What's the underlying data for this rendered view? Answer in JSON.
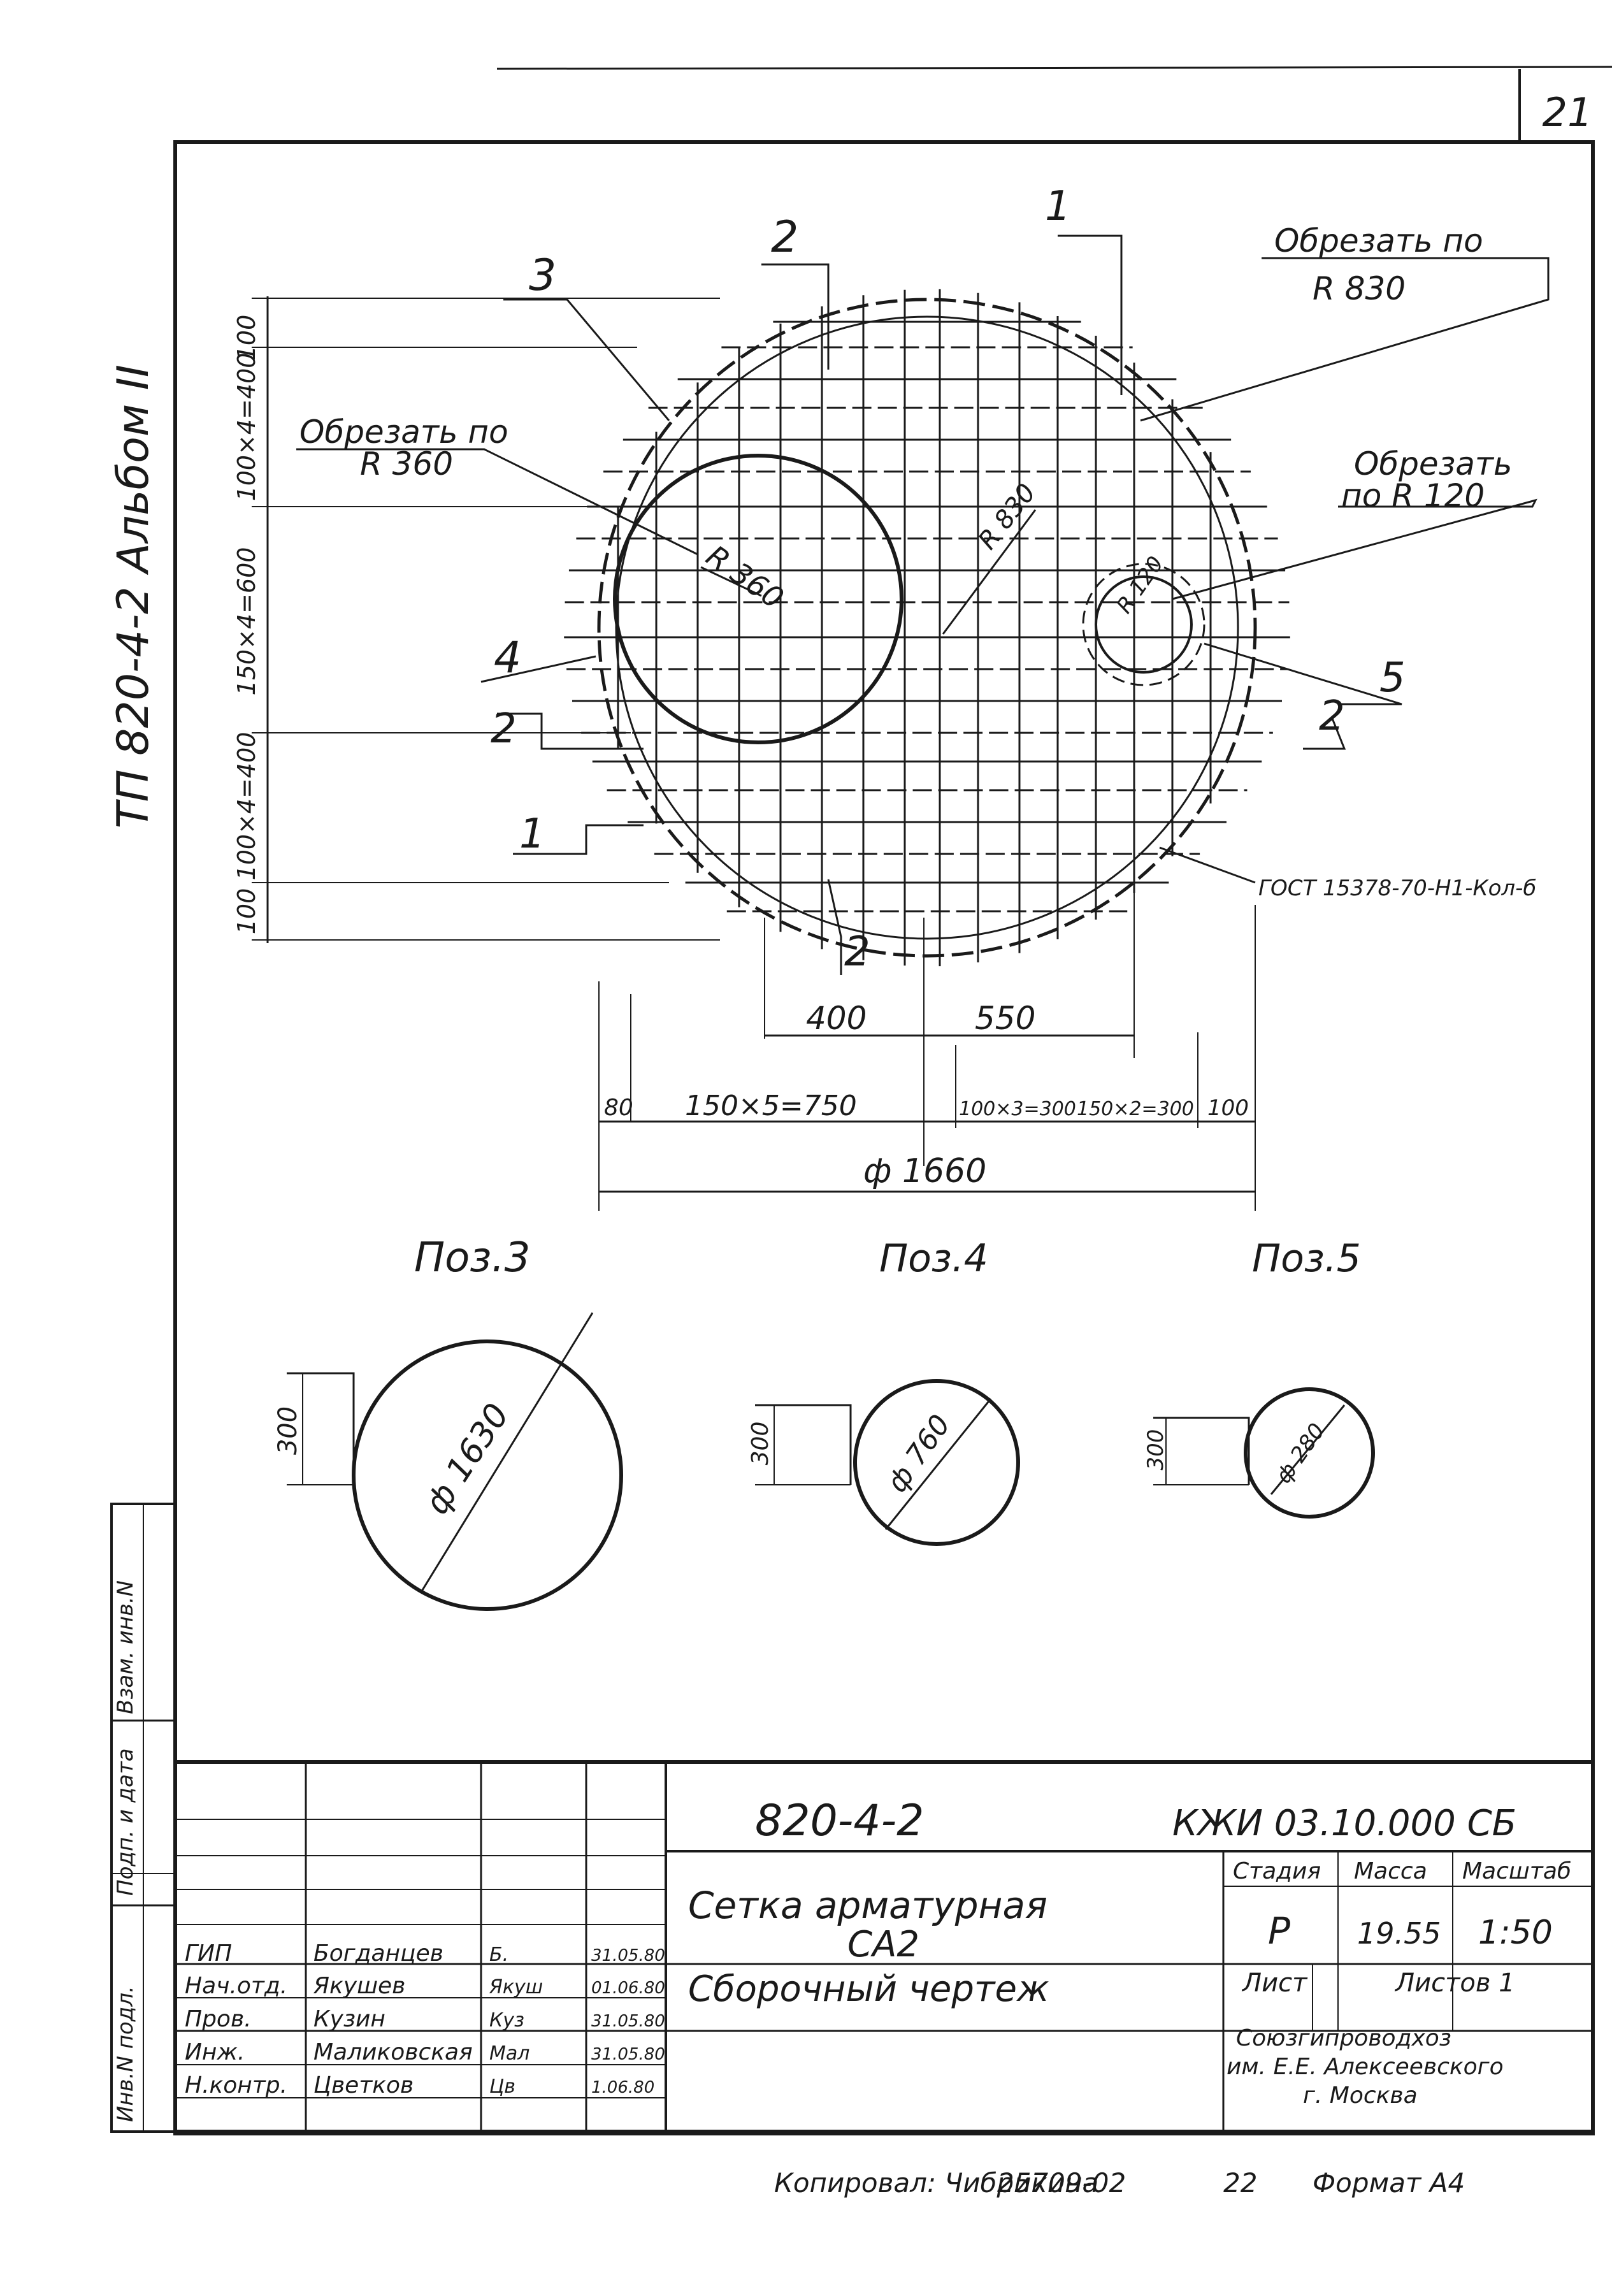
{
  "sheet": {
    "page_number": "21",
    "side_caption": "ТП 820-4-2   Альбом II",
    "copied_by": "Копировал: Чибрикина",
    "order_number": "25709-02",
    "sheet_index": "22",
    "format": "Формат А4"
  },
  "plan": {
    "labels": {
      "pos1_top": "1",
      "pos2_top": "2",
      "pos3_top": "3",
      "pos4_left": "4",
      "pos2_left": "2",
      "pos1_left": "1",
      "pos2_bottom": "2",
      "pos5_right": "5",
      "pos2_right": "2"
    },
    "notes": {
      "cut_r830_a": "Обрезать по",
      "cut_r830_b": "R 830",
      "cut_r360_a": "Обрезать по",
      "cut_r360_b": "R 360",
      "cut_r120_a": "Обрезать",
      "cut_r120_b": "по R 120",
      "gost": "ГОСТ 15378-70-Н1-Кол-б"
    },
    "radius_labels": {
      "r360": "R 360",
      "r830": "R 830",
      "r120": "R 120"
    },
    "dimensions": {
      "top_100": "100",
      "left_upper": "100×4=400",
      "left_middle": "150×4=600",
      "left_lower": "100×4=400",
      "left_bottom": "100",
      "horiz_400": "400",
      "horiz_550": "550",
      "bottom_80": "80",
      "bottom_150x5": "150×5=750",
      "bottom_100x3": "100×3=300",
      "bottom_150x2": "150×2=300",
      "bottom_100": "100",
      "diameter": "ф 1660"
    }
  },
  "positions": [
    {
      "title": "Поз.3",
      "diameter": "ф 1630",
      "lead": "300"
    },
    {
      "title": "Поз.4",
      "diameter": "ф 760",
      "lead": "300"
    },
    {
      "title": "Поз.5",
      "diameter": "ф 280",
      "lead": "300"
    }
  ],
  "stamp": {
    "side_columns": [
      "Инв.N подл.",
      "Подп. и дата",
      "Взам. инв.N"
    ],
    "project_code": "820-4-2",
    "document_code": "КЖИ 03.10.000 СБ",
    "title_line1": "Сетка арматурная",
    "title_line2": "СА2",
    "title_line3": "Сборочный чертеж",
    "headers": {
      "stage": "Стадия",
      "mass": "Масса",
      "scale": "Масштаб"
    },
    "values": {
      "stage": "Р",
      "mass": "19.55",
      "scale": "1:50"
    },
    "sheet_label": "Лист",
    "sheets_label": "Листов 1",
    "org_line1": "Союзгипроводхоз",
    "org_line2": "им. Е.Е. Алексеевского",
    "org_line3": "г. Москва",
    "signatures": [
      {
        "role": "ГИП",
        "name": "Богданцев",
        "sign": "Б.",
        "date": "31.05.80"
      },
      {
        "role": "Нач.отд.",
        "name": "Якушев",
        "sign": "Якуш",
        "date": "01.06.80"
      },
      {
        "role": "Пров.",
        "name": "Кузин",
        "sign": "Куз",
        "date": "31.05.80"
      },
      {
        "role": "Инж.",
        "name": "Маликовская",
        "sign": "Мал",
        "date": "31.05.80"
      },
      {
        "role": "Н.контр.",
        "name": "Цветков",
        "sign": "Цв",
        "date": "1.06.80"
      }
    ]
  }
}
